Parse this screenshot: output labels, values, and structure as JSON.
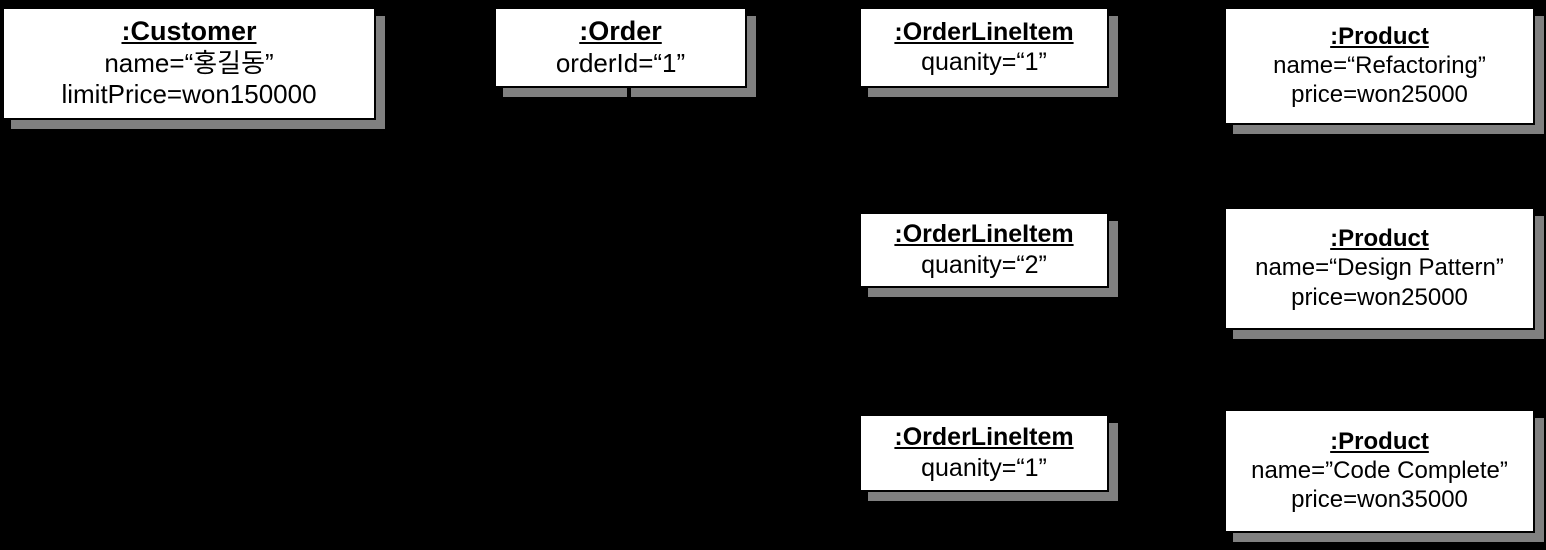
{
  "diagram": {
    "kind": "uml-object-diagram",
    "background_color": "#000000",
    "box_fill_color": "#ffffff",
    "box_border_color": "#000000",
    "shadow_color": "#808080",
    "nodes": [
      {
        "id": "customer",
        "title": ":Customer",
        "attributes": [
          "name=“홍길동”",
          "limitPrice=won150000"
        ]
      },
      {
        "id": "order",
        "title": ":Order",
        "attributes": [
          "orderId=“1”"
        ]
      },
      {
        "id": "orderlineitem-1",
        "title": ":OrderLineItem",
        "attributes": [
          "quanity=“1”"
        ]
      },
      {
        "id": "orderlineitem-2",
        "title": ":OrderLineItem",
        "attributes": [
          "quanity=“2”"
        ]
      },
      {
        "id": "orderlineitem-3",
        "title": ":OrderLineItem",
        "attributes": [
          "quanity=“1”"
        ]
      },
      {
        "id": "product-1",
        "title": ":Product",
        "attributes": [
          "name=“Refactoring”",
          "price=won25000"
        ]
      },
      {
        "id": "product-2",
        "title": ":Product",
        "attributes": [
          "name=“Design Pattern”",
          "price=won25000"
        ]
      },
      {
        "id": "product-3",
        "title": ":Product",
        "attributes": [
          "name=”Code Complete”",
          "price=won35000"
        ]
      }
    ]
  }
}
